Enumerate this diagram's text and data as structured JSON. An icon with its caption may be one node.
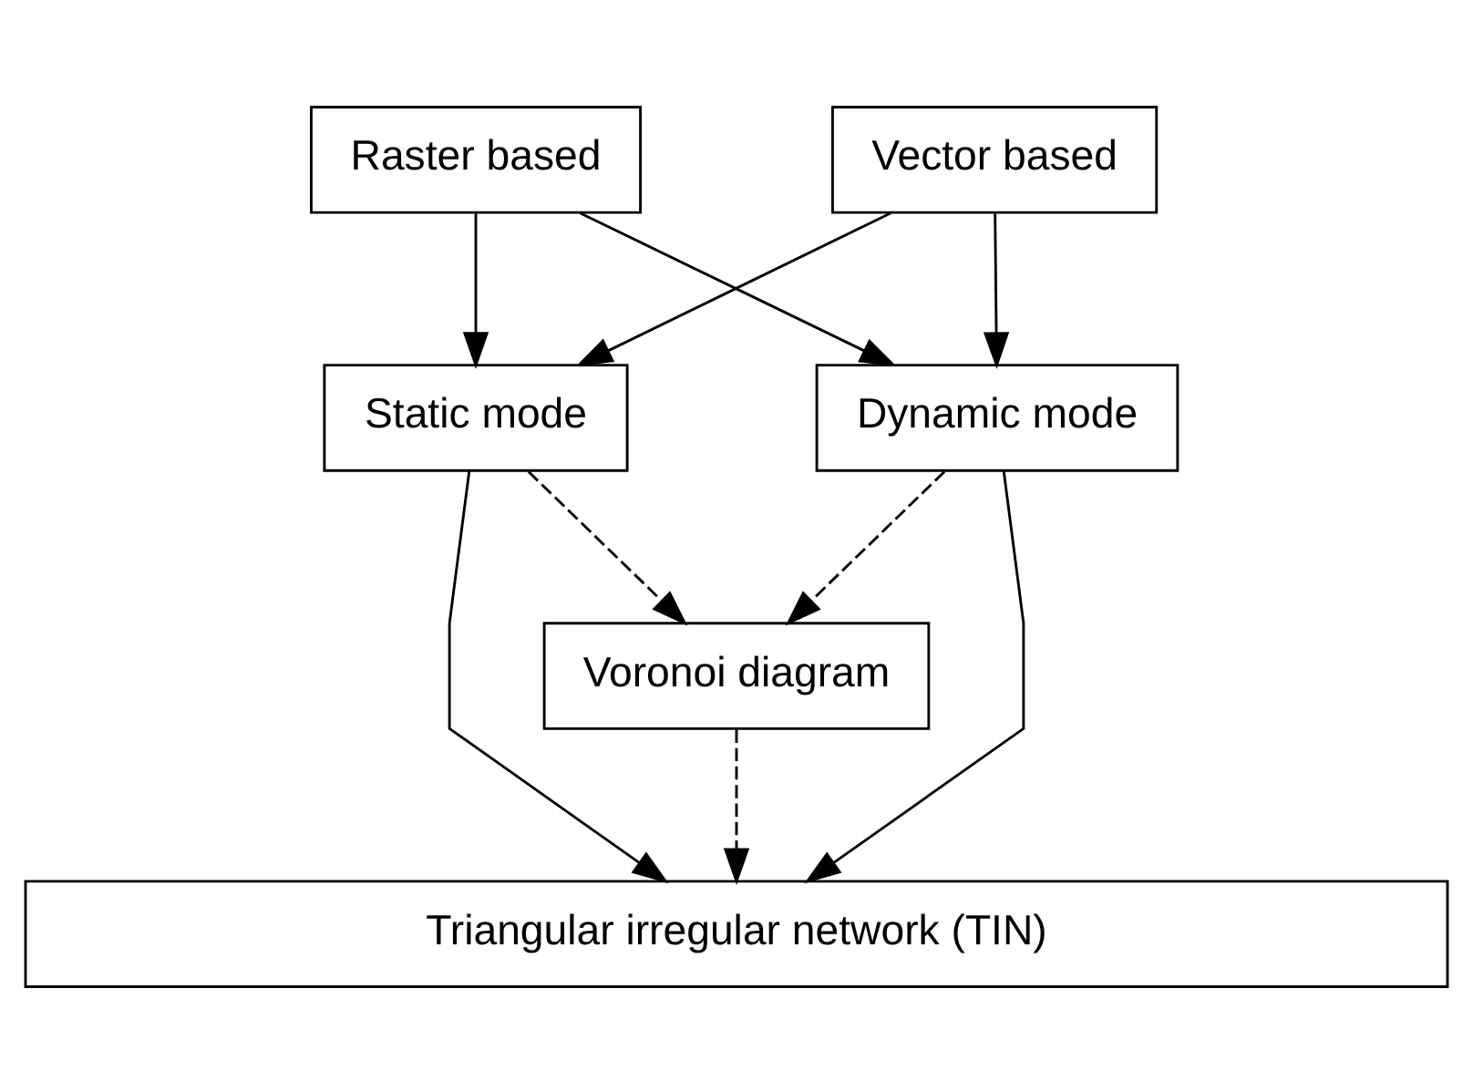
{
  "diagram": {
    "nodes": [
      {
        "text": [
          "Raster based"
        ]
      },
      {
        "text": [
          "Vector based"
        ]
      },
      {
        "text": [
          "Static mode"
        ]
      },
      {
        "text": [
          "Dynamic mode"
        ]
      },
      {
        "text": [
          "Voronoi diagram"
        ]
      },
      {
        "text": [
          "Triangular irregular network (TIN)"
        ]
      }
    ],
    "edges": [
      {
        "from": 0,
        "to": 2,
        "arrow": "to"
      },
      {
        "from": 0,
        "to": 3,
        "arrow": "to"
      },
      {
        "from": 1,
        "to": 2,
        "arrow": "to"
      },
      {
        "from": 1,
        "to": 3,
        "arrow": "to"
      },
      {
        "from": 2,
        "to": 4,
        "arrow": "to",
        "style": "dashed"
      },
      {
        "from": 3,
        "to": 4,
        "arrow": "to",
        "style": "dashed"
      },
      {
        "from": 4,
        "to": 5,
        "arrow": "to",
        "style": "dashed"
      },
      {
        "from": 2,
        "to": 5,
        "arrow": "to"
      },
      {
        "from": 3,
        "to": 5,
        "arrow": "to"
      }
    ]
  }
}
